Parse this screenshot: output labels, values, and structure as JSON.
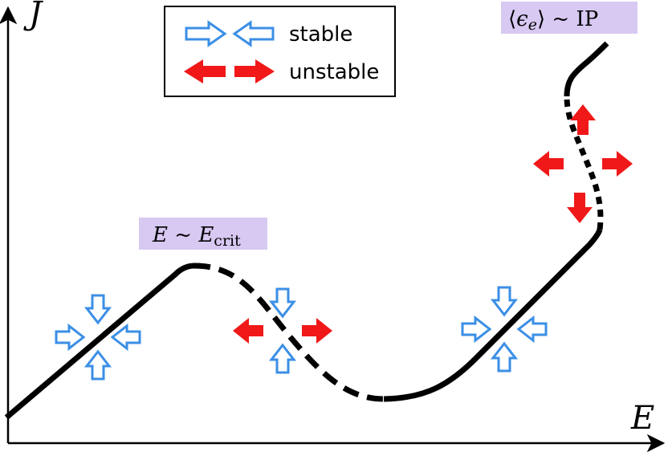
{
  "axes": {
    "y_label": "J",
    "x_label": "E"
  },
  "legend": {
    "stable_label": "stable",
    "unstable_label": "unstable"
  },
  "annotations": {
    "critical": {
      "var": "E",
      "rel": " ~ ",
      "sub_var": "E",
      "subscript": "crit"
    },
    "ionization": {
      "open": "⟨",
      "var": "ϵ",
      "subscript": "e",
      "close": "⟩",
      "rel": " ~ ",
      "value": "IP"
    }
  },
  "colors": {
    "stable": "#3b8fe6",
    "unstable": "#f01818",
    "curve": "#000000",
    "label_bg": "#d7c9f2"
  },
  "markers": [
    {
      "type": "stable",
      "point": "lower-branch"
    },
    {
      "type": "mixed",
      "point": "negative-slope-branch"
    },
    {
      "type": "stable",
      "point": "upper-branch"
    },
    {
      "type": "unstable",
      "point": "s-fold"
    }
  ]
}
